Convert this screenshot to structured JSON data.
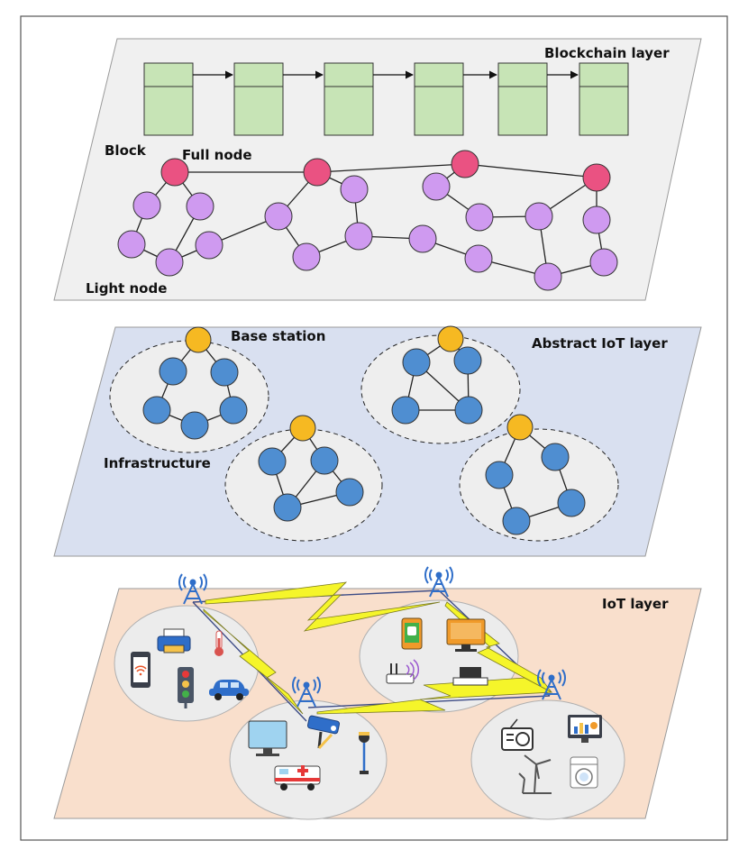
{
  "layers": {
    "blockchain": {
      "title": "Blockchain layer",
      "block_label": "Block",
      "full_node_label": "Full node",
      "light_node_label": "Light node",
      "block_count": 6
    },
    "abstract_iot": {
      "title": "Abstract IoT layer",
      "base_station_label": "Base station",
      "infrastructure_label": "Infrastructure",
      "cluster_count": 4
    },
    "iot": {
      "title": "IoT layer",
      "device_groups": [
        {
          "devices": [
            "printer-icon",
            "thermometer-icon",
            "smartphone-wifi-icon",
            "traffic-light-icon",
            "car-icon"
          ]
        },
        {
          "devices": [
            "smartphone-icon",
            "monitor-icon",
            "router-icon",
            "tv-box-icon"
          ]
        },
        {
          "devices": [
            "monitor-icon",
            "security-camera-icon",
            "ambulance-icon",
            "street-lamp-icon"
          ]
        },
        {
          "devices": [
            "radio-icon",
            "monitor-chart-icon",
            "wind-turbine-icon",
            "washing-machine-icon"
          ]
        }
      ]
    }
  },
  "colors": {
    "blockchain_plane": "#f0f0f0",
    "abstract_plane": "#d9e0f0",
    "iot_plane": "#f9dfcc",
    "block_fill": "#c7e4b6",
    "full_node": "#ea5282",
    "light_node": "#cf9af0",
    "infra_node": "#4f8ed1",
    "base_station": "#f6b922",
    "cluster_fill": "#eeeeee",
    "tower": "#2f6ec9",
    "lightning": "#f5f52a",
    "link_line": "#3d4c86"
  }
}
